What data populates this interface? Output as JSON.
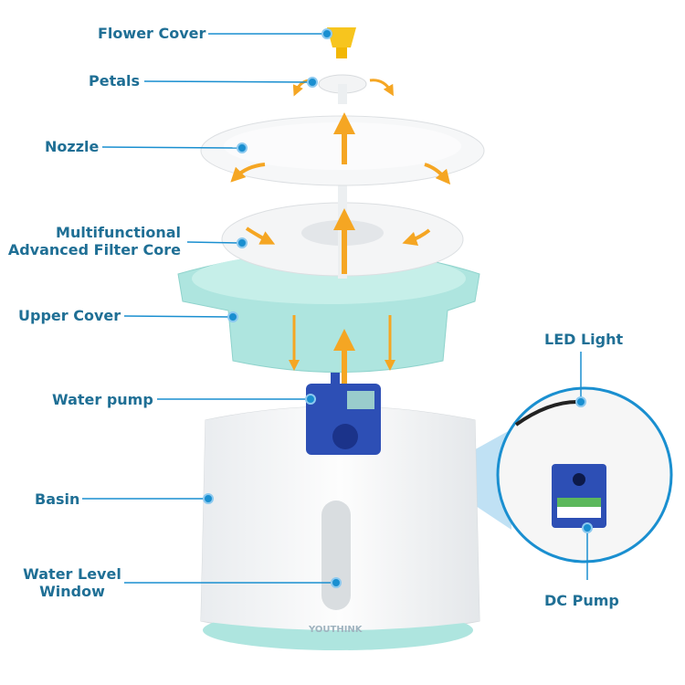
{
  "labels": {
    "flower_cover": "Flower Cover",
    "petals": "Petals",
    "nozzle": "Nozzle",
    "filter_line1": "Multifunctional",
    "filter_line2": "Advanced Filter Core",
    "upper_cover": "Upper Cover",
    "water_pump": "Water pump",
    "basin": "Basin",
    "window_line1": "Water Level",
    "window_line2": "Window",
    "led_light": "LED Light",
    "dc_pump": "DC Pump"
  },
  "brand": "YOUTHINK",
  "colors": {
    "label": "#1f6f95",
    "accent": "#1a8fd0",
    "arrow": "#f5a623",
    "teal": "#aee5df",
    "pump": "#2d4fb5"
  }
}
